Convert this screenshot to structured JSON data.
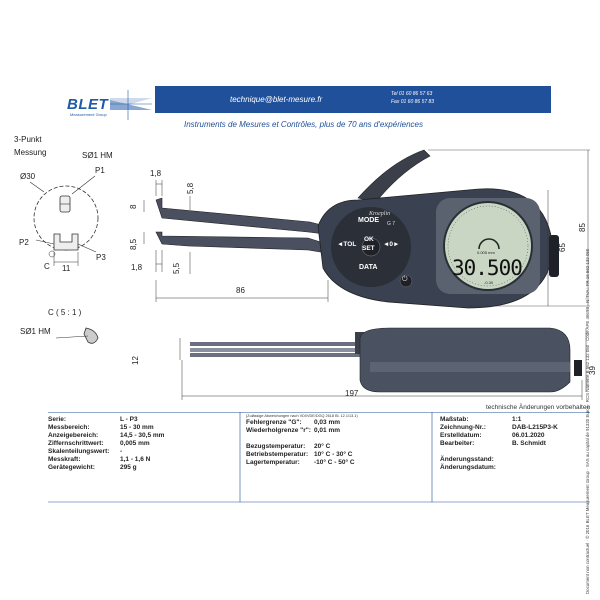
{
  "header": {
    "logo_text": "BLET",
    "logo_subtitle": "Measurement Group",
    "email": "technique@blet-mesure.fr",
    "tel": "Tel  01 60 86 57 63",
    "fax": "Fax  01 60 86 57 83",
    "tagline": "Instruments de Mesures et Contrôles, plus de 70 ans d'expériences"
  },
  "detail_left": {
    "title_line1": "3-Punkt",
    "title_line2": "Messung",
    "so1_top": "SØ1 HM",
    "p1": "P1",
    "dia": "Ø30",
    "p2": "P2",
    "p3": "P3",
    "c": "C",
    "dim_11": "11"
  },
  "detail_c": {
    "title": "C ( 5 : 1 )",
    "so1": "SØ1 HM"
  },
  "front_dims": {
    "d1_8_top": "1,8",
    "d5_8": "5,8",
    "d8": "8",
    "d8_5": "8,5",
    "d5_5": "5,5",
    "d1_8_bottom": "1,8",
    "d86": "86",
    "d65": "65",
    "d85": "85"
  },
  "device": {
    "brand": "Kroeplin",
    "model": "G 7",
    "btn_mode": "MODE",
    "btn_tol": "◄TOL",
    "btn_ok": "OK",
    "btn_set": "SET",
    "btn_arrows": "◄0►",
    "btn_data": "DATA",
    "display_small": "0.005 mm",
    "display_value": "30.500",
    "display_bottom": "-0.30"
  },
  "side_dims": {
    "d12": "12",
    "d39": "39",
    "d197": "197"
  },
  "notes": {
    "changes": "technische Änderungen vorbehalten"
  },
  "specs_left": [
    {
      "label": "Serie:",
      "value": "L - P3"
    },
    {
      "label": "Messbereich:",
      "value": "15 - 30 mm"
    },
    {
      "label": "Anzeigebereich:",
      "value": "14,5 - 30,5 mm"
    },
    {
      "label": "Ziffernschrittwert:",
      "value": "0,005 mm"
    },
    {
      "label": "Skalenteilungswert:",
      "value": "-"
    },
    {
      "label": "Messkraft:",
      "value": "1,1 - 1,6 N"
    },
    {
      "label": "Gerätegewicht:",
      "value": "295 g"
    }
  ],
  "specs_mid": {
    "note": "(Zulässige Abweichungen nach VDI/VDE/DGQ 2618 Bl. 12.1/13.1)",
    "rows1": [
      {
        "label": "Fehlergrenze \"G\":",
        "value": "0,03 mm"
      },
      {
        "label": "Wiederholgrenze \"r\":",
        "value": "0,01 mm"
      }
    ],
    "rows2": [
      {
        "label": "Bezugstemperatur:",
        "value": "20° C"
      },
      {
        "label": "Betriebstemperatur:",
        "value": "10° C - 30° C"
      },
      {
        "label": "Lagertemperatur:",
        "value": "-10° C - 50° C"
      }
    ]
  },
  "specs_right": [
    {
      "label": "Maßstab:",
      "value": "1:1"
    },
    {
      "label": "Zeichnung-Nr.:",
      "value": "DAB-L215P3-K"
    },
    {
      "label": "Erstelldatum:",
      "value": "06.01.2020"
    },
    {
      "label": "Bearbeiter:",
      "value": "B. Schmidt"
    }
  ],
  "specs_right2": [
    {
      "label": "Änderungsstand:",
      "value": ""
    },
    {
      "label": "Änderungsdatum:",
      "value": ""
    }
  ],
  "side_text": {
    "line1": "Document non contractuel · © 2016 BLET Measurement Group · SAS au capital de 91320 Euros · RCS Nanterre B 562 132 050 · Code APE 4669B · N°TVA : FR 16 562 132 050",
    "line2": ""
  },
  "colors": {
    "brand_blue": "#20509a",
    "device_body": "#3a4150",
    "display_bg": "#c9d6c4"
  }
}
